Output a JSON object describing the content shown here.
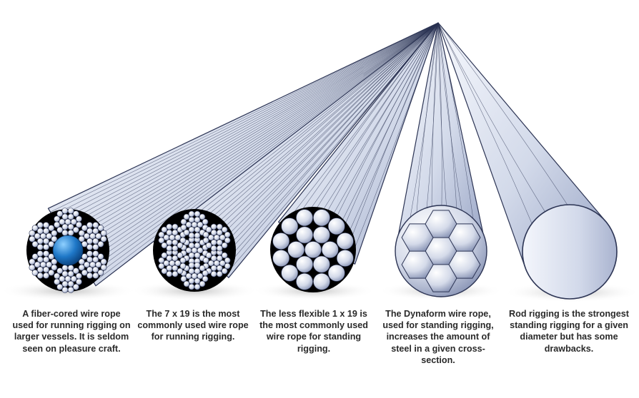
{
  "captions": [
    {
      "text": "A fiber-cored wire rope used for running rigging on larger vessels. It is seldom seen on pleasure craft."
    },
    {
      "text": "The 7 x 19 is the most commonly used wire rope for running rigging."
    },
    {
      "text": "The less flexible 1 x 19 is the most commonly used wire rope for standing rigging."
    },
    {
      "text": "The Dynaform wire rope, used for standing rigging, increases the amount of steel in a given cross-section."
    },
    {
      "text": "Rod rigging is the strongest standing rigging for a given diameter but has some drawbacks."
    }
  ],
  "colors": {
    "steel_light": "#eef2fa",
    "steel_mid": "#c8d0e3",
    "steel_dark": "#8e9abb",
    "outline": "#2c3454",
    "core_fill": "#000000",
    "fiber_core": "#1f78c8",
    "shadow": "#d6d6d6"
  }
}
